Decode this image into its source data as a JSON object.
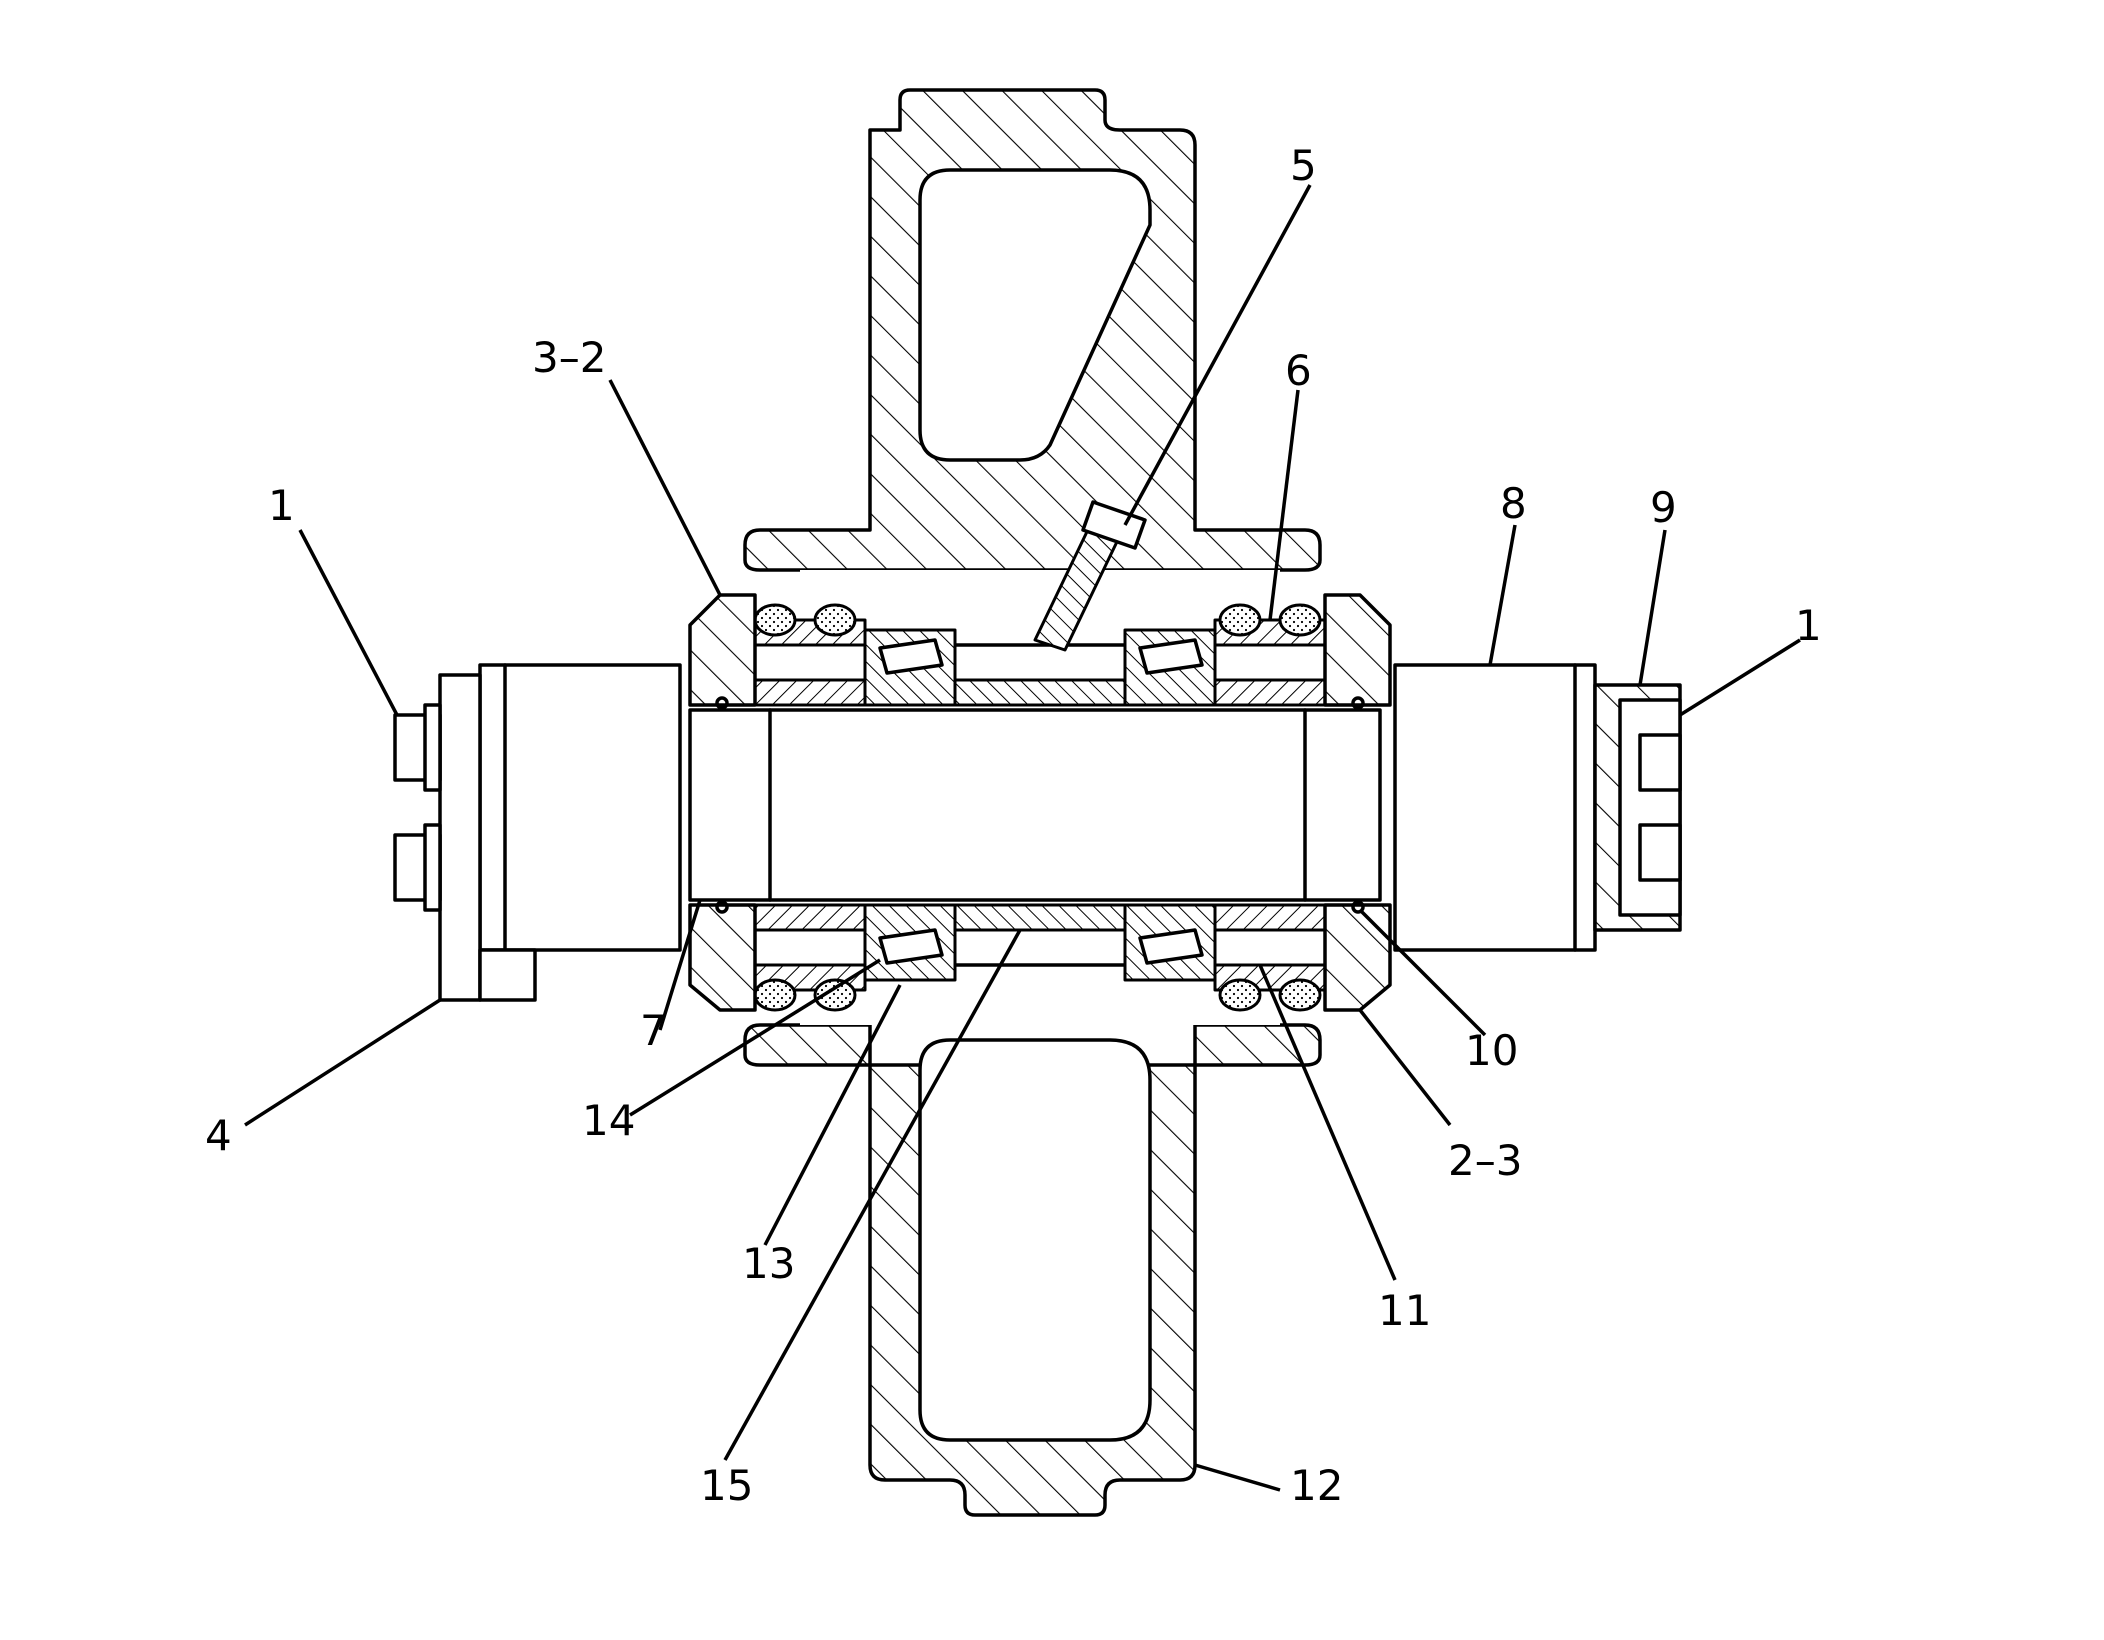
{
  "callouts": [
    {
      "id": "c1-left",
      "label": "1"
    },
    {
      "id": "c3-2",
      "label": "3–2"
    },
    {
      "id": "c5",
      "label": "5"
    },
    {
      "id": "c6",
      "label": "6"
    },
    {
      "id": "c8",
      "label": "8"
    },
    {
      "id": "c9",
      "label": "9"
    },
    {
      "id": "c1-right",
      "label": "1"
    },
    {
      "id": "c4",
      "label": "4"
    },
    {
      "id": "c7",
      "label": "7"
    },
    {
      "id": "c14",
      "label": "14"
    },
    {
      "id": "c13",
      "label": "13"
    },
    {
      "id": "c15",
      "label": "15"
    },
    {
      "id": "c12",
      "label": "12"
    },
    {
      "id": "c11",
      "label": "11"
    },
    {
      "id": "c2-3",
      "label": "2–3"
    },
    {
      "id": "c10",
      "label": "10"
    }
  ]
}
